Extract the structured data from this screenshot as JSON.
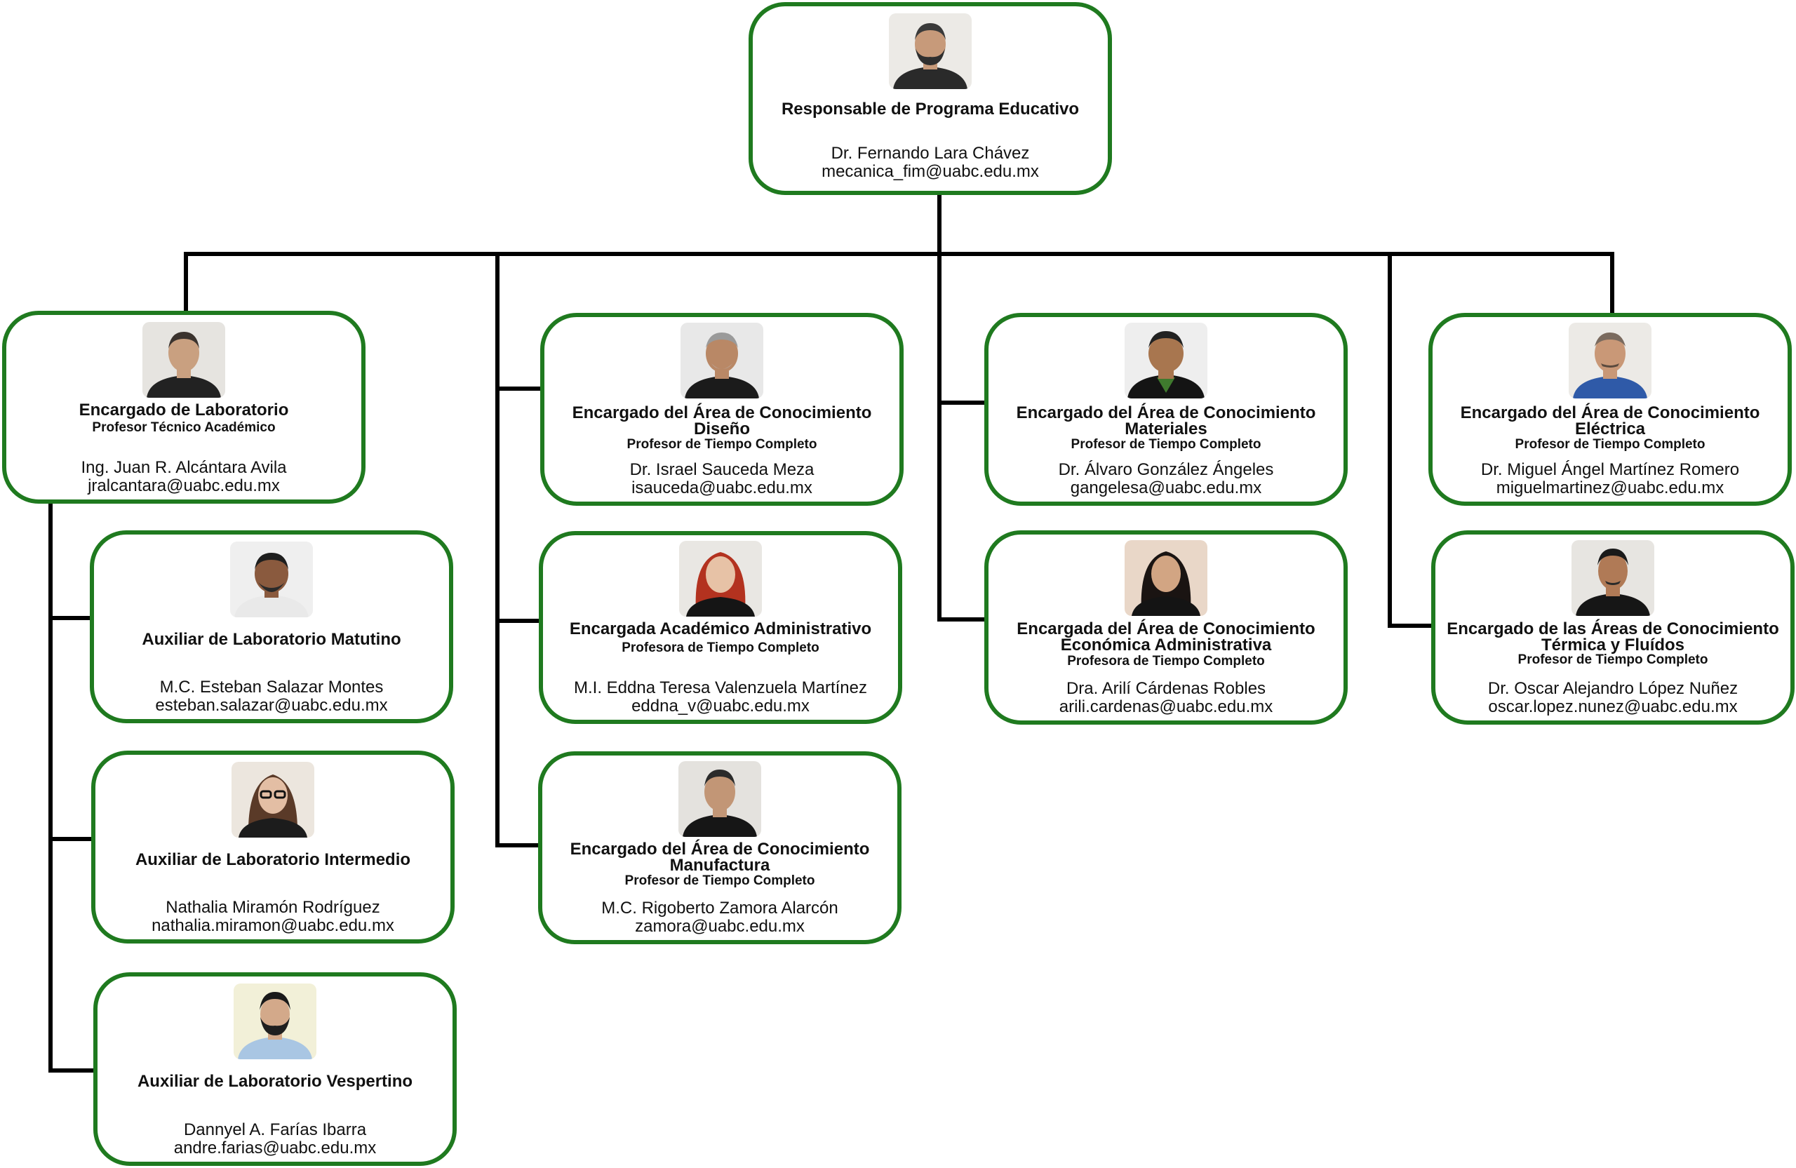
{
  "colors": {
    "border": "#1f7a1f",
    "connector": "#000000"
  },
  "chart": {
    "root": {
      "role": "Responsable de Programa Educativo",
      "name": "Dr. Fernando Lara Chávez",
      "email": "mecanica_fim@uabc.edu.mx",
      "photo": "man-photo"
    },
    "lab": {
      "role": "Encargado de Laboratorio",
      "sub": "Profesor Técnico Académico",
      "name": "Ing. Juan R. Alcántara Avila",
      "email": "jralcantara@uabc.edu.mx",
      "photo": "man-photo"
    },
    "aux_matutino": {
      "role": "Auxiliar de Laboratorio Matutino",
      "name": "M.C. Esteban Salazar Montes",
      "email": "esteban.salazar@uabc.edu.mx",
      "photo": "man-photo"
    },
    "aux_intermedio": {
      "role": "Auxiliar de Laboratorio Intermedio",
      "name": "Nathalia Miramón Rodríguez",
      "email": "nathalia.miramon@uabc.edu.mx",
      "photo": "woman-photo"
    },
    "aux_vespertino": {
      "role": "Auxiliar de Laboratorio Vespertino",
      "name": "Dannyel A. Farías Ibarra",
      "email": "andre.farias@uabc.edu.mx",
      "photo": "man-photo"
    },
    "diseno": {
      "role": "Encargado del Área de Conocimiento Diseño",
      "sub": "Profesor de Tiempo Completo",
      "name": "Dr. Israel Sauceda Meza",
      "email": "isauceda@uabc.edu.mx",
      "photo": "man-photo"
    },
    "admin": {
      "role": "Encargada Académico Administrativo",
      "sub": "Profesora de Tiempo Completo",
      "name": "M.I. Eddna Teresa Valenzuela Martínez",
      "email": "eddna_v@uabc.edu.mx",
      "photo": "woman-photo"
    },
    "manufactura": {
      "role": "Encargado del Área de Conocimiento Manufactura",
      "sub": "Profesor de Tiempo Completo",
      "name": "M.C. Rigoberto Zamora Alarcón",
      "email": "zamora@uabc.edu.mx",
      "photo": "man-photo"
    },
    "materiales": {
      "role": "Encargado del Área de Conocimiento Materiales",
      "sub": "Profesor de Tiempo Completo",
      "name": "Dr. Álvaro González Ángeles",
      "email": "gangelesa@uabc.edu.mx",
      "photo": "man-photo"
    },
    "economica": {
      "role": "Encargada del Área de Conocimiento Económica Administrativa",
      "sub": "Profesora de Tiempo Completo",
      "name": "Dra. Arilí Cárdenas Robles",
      "email": "arili.cardenas@uabc.edu.mx",
      "photo": "woman-photo"
    },
    "electrica": {
      "role": "Encargado del Área de Conocimiento Eléctrica",
      "sub": "Profesor de Tiempo Completo",
      "name": "Dr. Miguel Ángel Martínez Romero",
      "email": "miguelmartinez@uabc.edu.mx",
      "photo": "man-photo"
    },
    "termica": {
      "role": "Encargado de las Áreas de Conocimiento Térmica y Fluídos",
      "sub": "Profesor de Tiempo Completo",
      "name": "Dr. Oscar Alejandro López Nuñez",
      "email": "oscar.lopez.nunez@uabc.edu.mx",
      "photo": "man-photo"
    }
  }
}
